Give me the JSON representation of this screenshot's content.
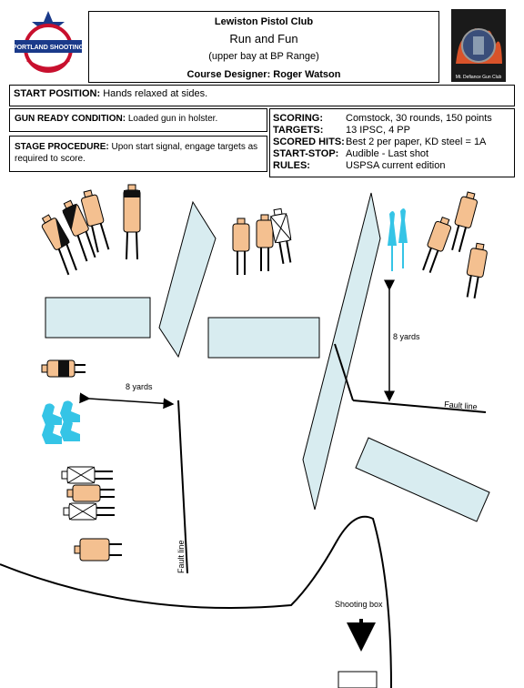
{
  "header": {
    "club": "Lewiston Pistol Club",
    "stage": "Run and Fun",
    "bay": "(upper bay at BP Range)",
    "designer": "Course Designer: Roger Watson"
  },
  "logos": {
    "left_text": "PORTLAND SHOOTING",
    "right_text": "Mt. Defiance Gun Club"
  },
  "start": {
    "label": "START POSITION:",
    "value": "Hands relaxed at sides."
  },
  "gun_ready": {
    "label": "GUN READY CONDITION:",
    "value": "Loaded gun in holster."
  },
  "procedure": {
    "label": "STAGE PROCEDURE:",
    "value": "Upon start signal, engage targets as required to score."
  },
  "scoring": {
    "rows": [
      {
        "label": "SCORING:",
        "value": "Comstock, 30 rounds, 150 points"
      },
      {
        "label": "TARGETS:",
        "value": "13 IPSC, 4 PP"
      },
      {
        "label": "SCORED HITS:",
        "value": "Best 2 per paper, KD steel = 1A"
      },
      {
        "label": "START-STOP:",
        "value": "Audible - Last shot"
      },
      {
        "label": "RULES:",
        "value": "USPSA current edition"
      }
    ]
  },
  "diagram": {
    "dist_right": "8 yards",
    "dist_left": "8 yards",
    "fault_right": "Fault line",
    "fault_left": "Fault line",
    "shooting_box": "Shooting box"
  },
  "colors": {
    "target_tan": "#f4c090",
    "popper_blue": "#35c4e6",
    "barrier_fill": "#d8ecf0",
    "no_shoot": "#ffffff"
  }
}
